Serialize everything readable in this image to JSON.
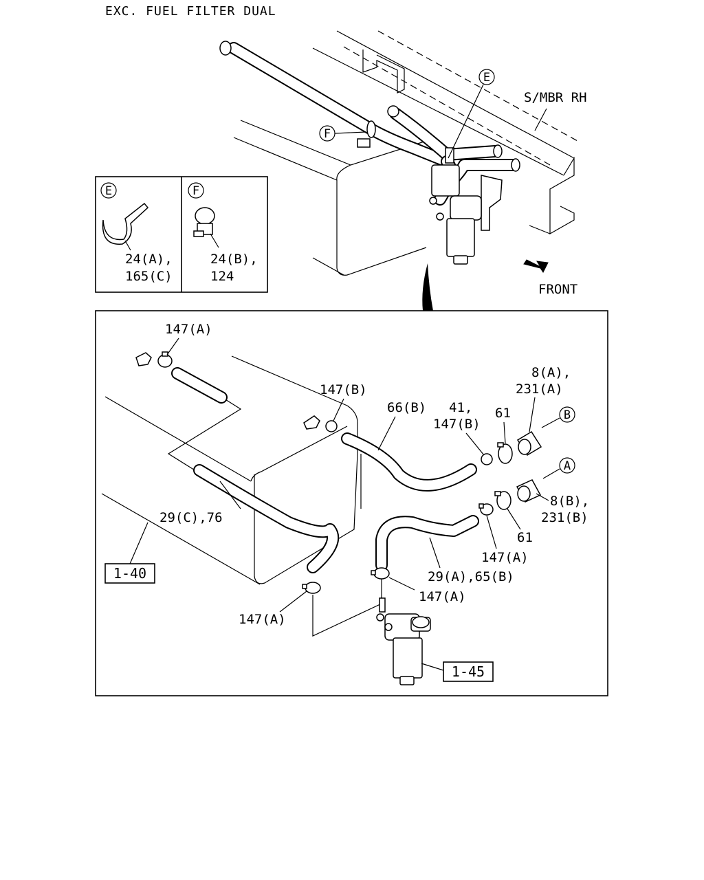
{
  "header": {
    "title": "EXC. FUEL FILTER DUAL"
  },
  "top_view": {
    "member_label": "S/MBR RH",
    "front_label": "FRONT",
    "callouts": {
      "e": "E",
      "f": "F"
    }
  },
  "detail_boxes": [
    {
      "letter": "E",
      "line1": "24(A),",
      "line2": "165(C)"
    },
    {
      "letter": "F",
      "line1": "24(B),",
      "line2": "124"
    }
  ],
  "parts": {
    "p147a_top": "147(A)",
    "p147b_mid": "147(B)",
    "p66b": "66(B)",
    "p41": "41,",
    "p147b_right": "147(B)",
    "p61_top": "61",
    "p8a": "8(A),",
    "p231a": "231(A)",
    "ref_b": "B",
    "ref_a": "A",
    "p8b": "8(B),",
    "p231b": "231(B)",
    "p61_bot": "61",
    "p147a_right": "147(A)",
    "p29c76": "29(C),76",
    "p29a65b": "29(A),65(B)",
    "p147a_filter": "147(A)",
    "p147a_left": "147(A)",
    "ref_140": "1-40",
    "ref_145": "1-45"
  }
}
